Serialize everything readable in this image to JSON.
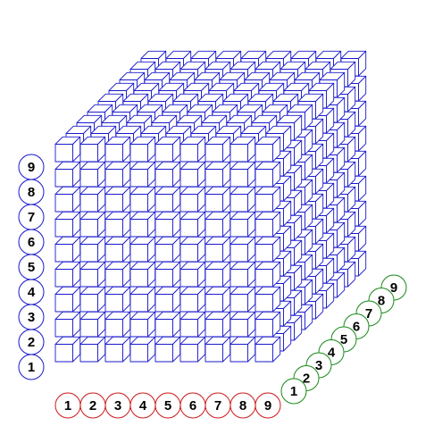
{
  "cube": {
    "count_x": 9,
    "count_y": 9,
    "count_z": 9,
    "edge_color": "#1a1acc",
    "face_color": "#ffffff"
  },
  "labels": {
    "vertical": [
      "1",
      "2",
      "3",
      "4",
      "5",
      "6",
      "7",
      "8",
      "9"
    ],
    "horizontal": [
      "1",
      "2",
      "3",
      "4",
      "5",
      "6",
      "7",
      "8",
      "9"
    ],
    "depth": [
      "1",
      "2",
      "3",
      "4",
      "5",
      "6",
      "7",
      "8",
      "9"
    ]
  },
  "colors": {
    "vertical_ring": "#1a1acc",
    "horizontal_ring": "#cc1a1a",
    "depth_ring": "#1a8a1a",
    "text": "#000000"
  }
}
